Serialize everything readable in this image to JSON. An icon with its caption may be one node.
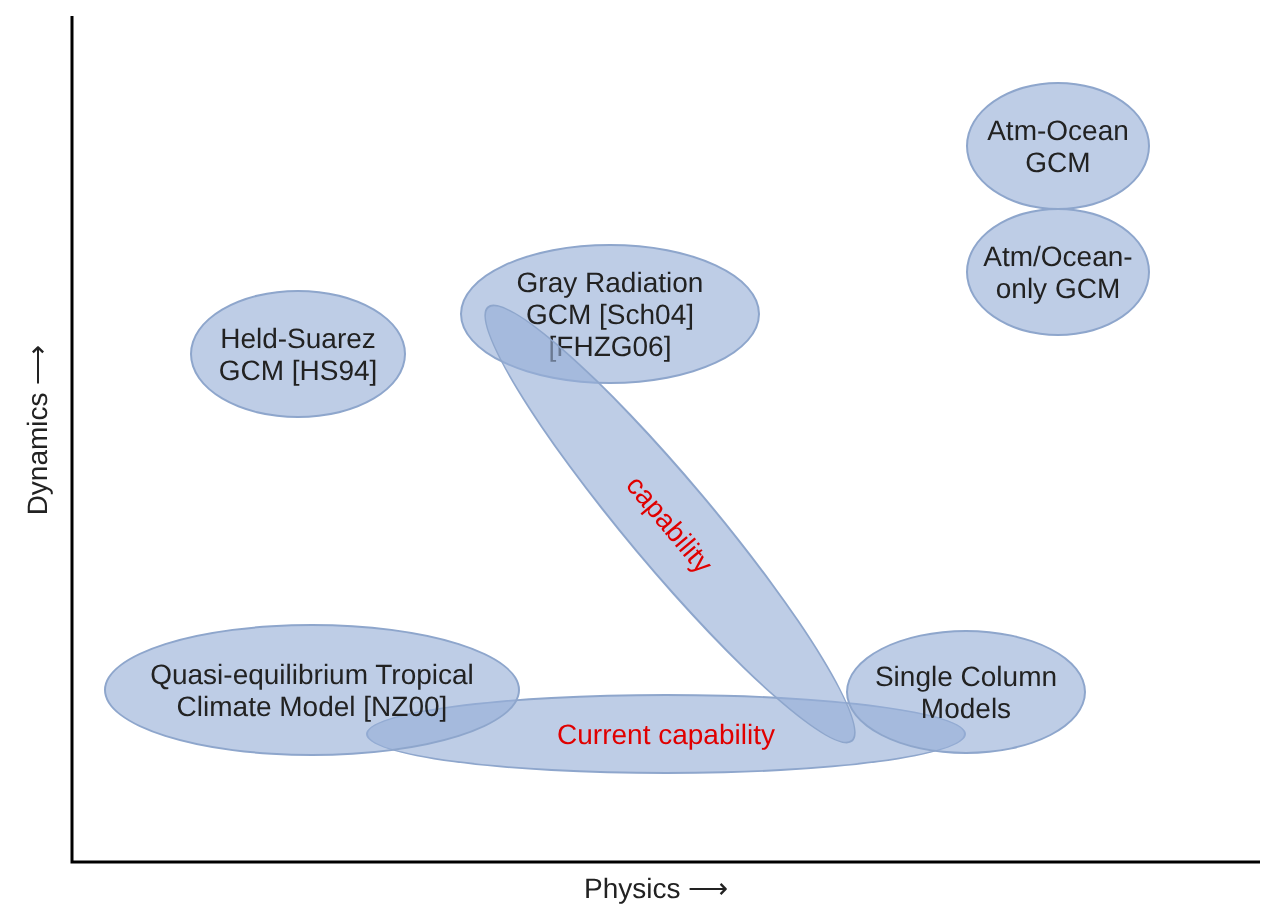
{
  "diagram": {
    "nodes": [
      {
        "text": [
          "Atm-Ocean GCM"
        ]
      },
      {
        "text": [
          "Gray Radiation GCM [Sch04] [FHZG06]"
        ]
      },
      {
        "text": [
          "Atm/Ocean-only GCM"
        ]
      },
      {
        "text": [
          "Held-Suarez GCM [HS94]"
        ]
      },
      {
        "text": [
          "capability"
        ]
      },
      {
        "text": [
          "Quasi-equilibrium Tropical Climate Model [NZ00]"
        ]
      },
      {
        "text": [
          "Single Column Models"
        ]
      },
      {
        "text": [
          "Current capability"
        ]
      }
    ],
    "edges": [],
    "labels": [
      "Dynamics ⟶",
      "Physics ⟶"
    ]
  }
}
